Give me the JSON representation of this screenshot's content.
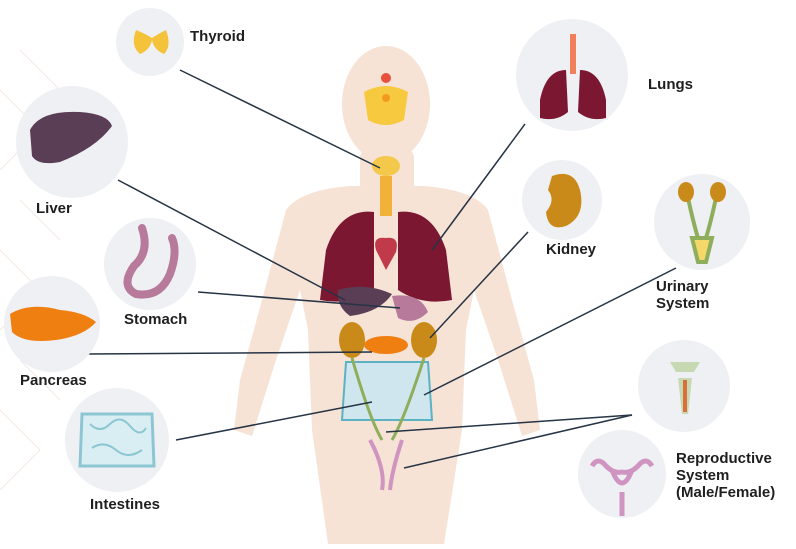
{
  "labels": {
    "thyroid": "Thyroid",
    "lungs": "Lungs",
    "liver": "Liver",
    "kidney": "Kidney",
    "urinary_line1": "Urinary",
    "urinary_line2": "System",
    "stomach": "Stomach",
    "pancreas": "Pancreas",
    "intestines": "Intestines",
    "reproductive_line1": "Reproductive",
    "reproductive_line2": "System",
    "reproductive_line3": "(Male/Female)"
  },
  "colors": {
    "body_silhouette": "#f6e3d6",
    "circle_bg": "#eef0f4",
    "leader_line": "#263445",
    "thyroid": "#f5c33a",
    "lungs": "#7b1731",
    "liver": "#5a3e55",
    "kidney": "#c98a1a",
    "stomach": "#b77a9b",
    "pancreas": "#f07f12",
    "intestines": "#a9d3df",
    "urinary": "#8fae5c",
    "reproductive": "#cf94c0"
  }
}
